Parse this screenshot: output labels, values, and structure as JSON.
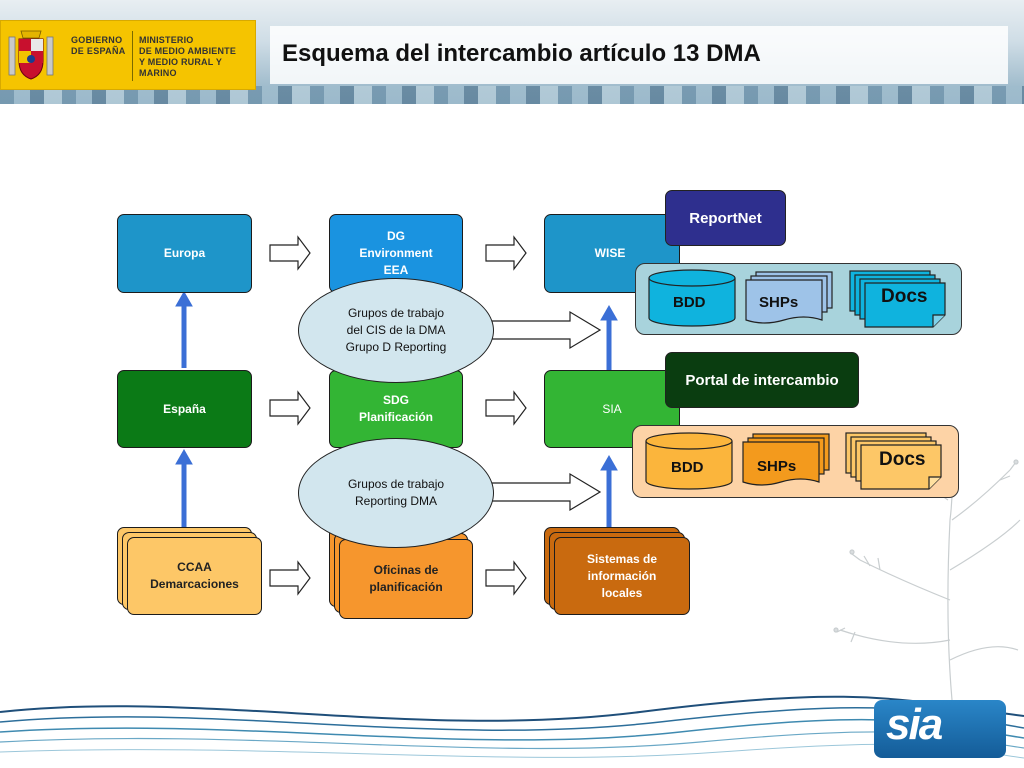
{
  "header": {
    "gov_line1": "GOBIERNO",
    "gov_line2": "DE ESPAÑA",
    "ministry_line1": "MINISTERIO",
    "ministry_line2": "DE MEDIO AMBIENTE",
    "ministry_line3": "Y MEDIO RURAL Y MARINO",
    "title": "Esquema del intercambio artículo 13 DMA"
  },
  "diagram": {
    "europa": "Europa",
    "dg_line1": "DG",
    "dg_line2": "Environment",
    "dg_line3": "EEA",
    "wise": "WISE",
    "espana": "España",
    "sdg_line1": "SDG",
    "sdg_line2": "Planificación",
    "sia": "SIA",
    "ccaa_line1": "CCAA",
    "ccaa_line2": "Demarcaciones",
    "oficinas_line1": "Oficinas de",
    "oficinas_line2": "planificación",
    "sistemas_line1": "Sistemas de",
    "sistemas_line2": "información",
    "sistemas_line3": "locales",
    "grupos1_line1": "Grupos de trabajo",
    "grupos1_line2": "del CIS de la DMA",
    "grupos1_line3": "Grupo D Reporting",
    "grupos2_line1": "Grupos de trabajo",
    "grupos2_line2": "Reporting DMA",
    "reportnet": "ReportNet",
    "portal": "Portal de intercambio",
    "top_panel": {
      "bdd": "BDD",
      "shps": "SHPs",
      "docs": "Docs"
    },
    "bottom_panel": {
      "bdd": "BDD",
      "shps": "SHPs",
      "docs": "Docs"
    }
  },
  "logo": {
    "text": "sia"
  },
  "colors": {
    "europa": "#1e95c9",
    "dg": "#1a93e0",
    "espana": "#0b7a16",
    "sdg": "#33b534",
    "ccaa": "#fdc767",
    "oficinas": "#f6962d",
    "sistemas": "#c96a0f",
    "reportnet": "#2e2f8e",
    "portal": "#0a3d10",
    "arrow_blue": "#3b6fd6"
  }
}
